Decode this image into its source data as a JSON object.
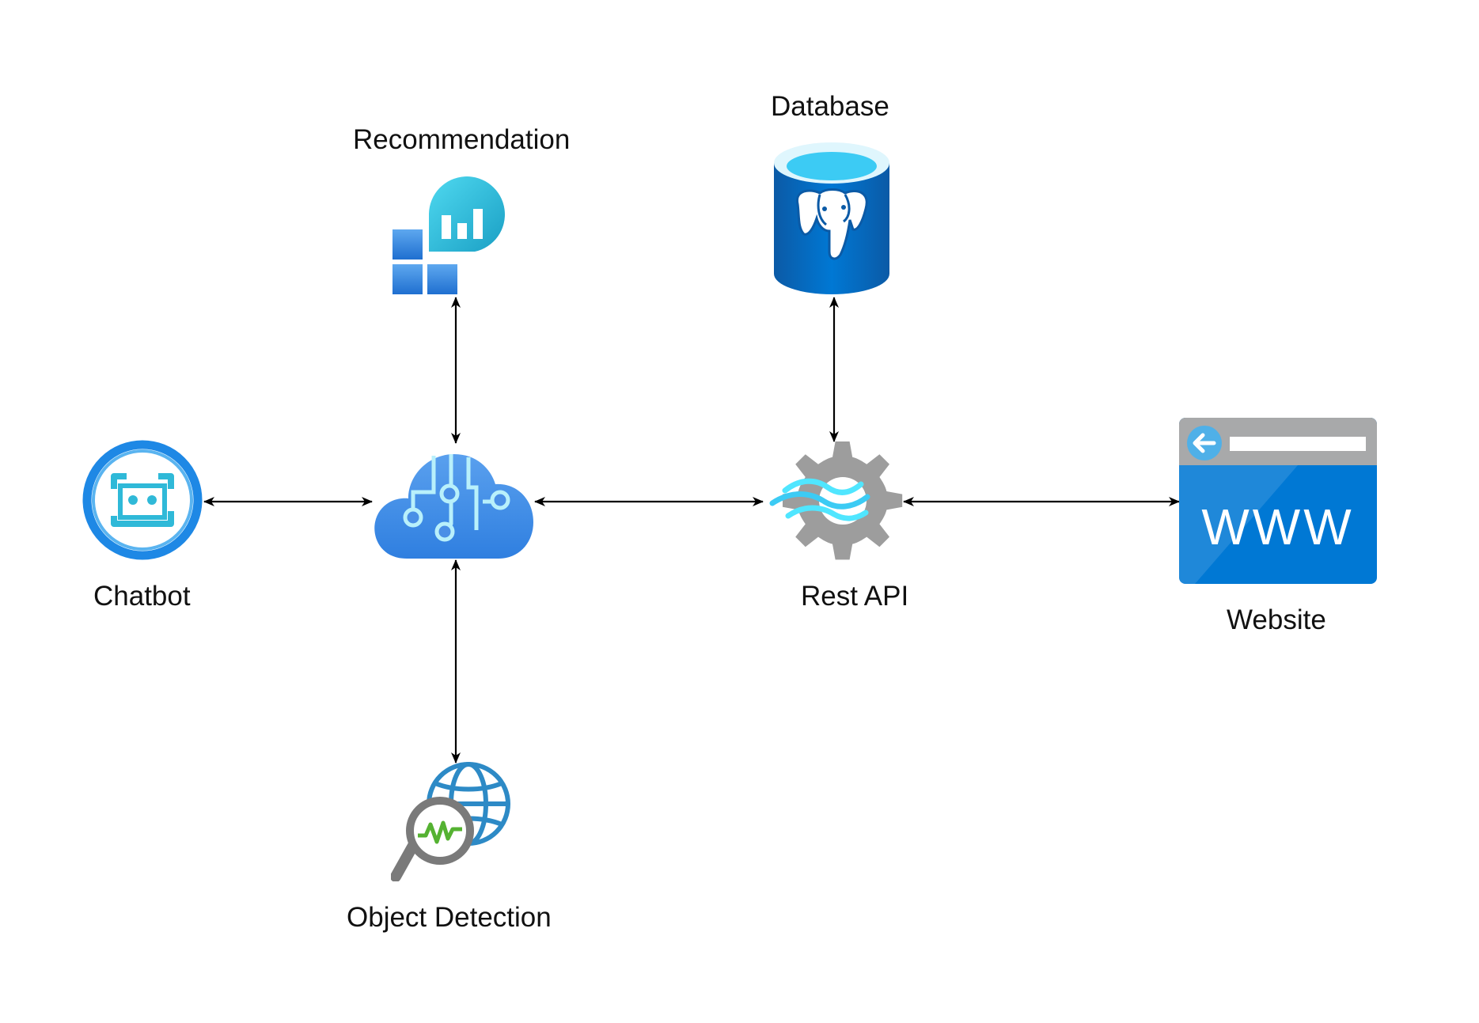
{
  "diagram": {
    "nodes": {
      "recommendation": {
        "label": "Recommendation",
        "icon": "recommendation-icon"
      },
      "database": {
        "label": "Database",
        "icon": "postgresql-database-icon"
      },
      "chatbot": {
        "label": "Chatbot",
        "icon": "bot-icon"
      },
      "ai_cloud": {
        "label": "",
        "icon": "cloud-ai-icon"
      },
      "rest_api": {
        "label": "Rest API",
        "icon": "api-gear-icon"
      },
      "website": {
        "label": "Website",
        "icon": "website-www-icon",
        "text": "WWW"
      },
      "object_detection": {
        "label": "Object Detection",
        "icon": "globe-search-icon"
      }
    },
    "edges": [
      {
        "from": "chatbot",
        "to": "ai_cloud",
        "type": "bidirectional"
      },
      {
        "from": "ai_cloud",
        "to": "recommendation",
        "type": "bidirectional"
      },
      {
        "from": "ai_cloud",
        "to": "object_detection",
        "type": "bidirectional"
      },
      {
        "from": "ai_cloud",
        "to": "rest_api",
        "type": "bidirectional"
      },
      {
        "from": "rest_api",
        "to": "database",
        "type": "bidirectional"
      },
      {
        "from": "rest_api",
        "to": "website",
        "type": "bidirectional"
      }
    ],
    "colors": {
      "azure_blue": "#0078d4",
      "light_blue": "#50e6ff",
      "gray": "#a0a1a2",
      "arrow": "#000000"
    }
  }
}
